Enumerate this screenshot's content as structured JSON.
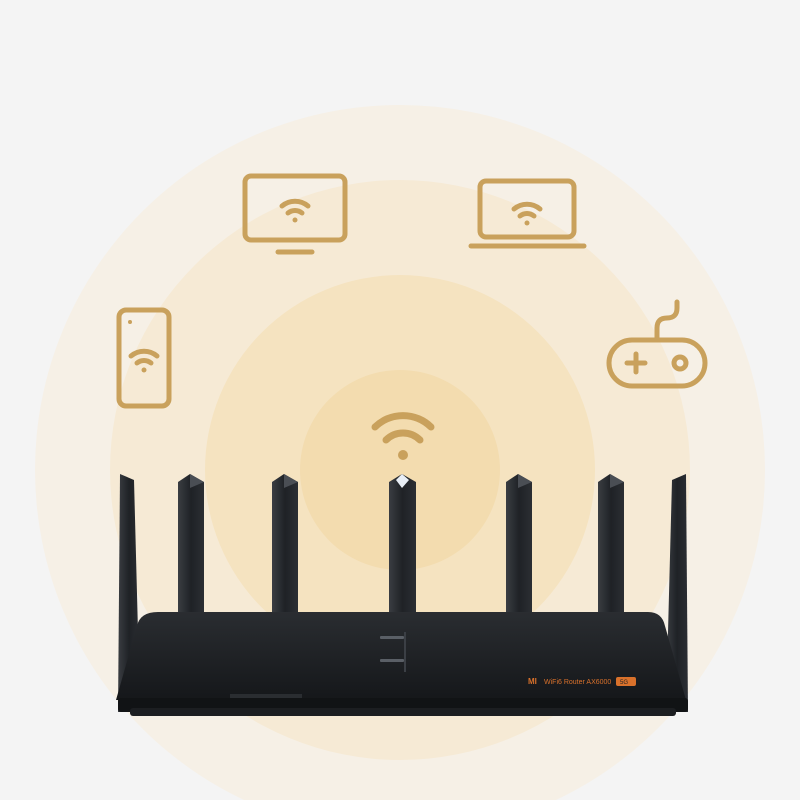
{
  "colors": {
    "background": "#f4f4f4",
    "glow_outer": "#f7efe0",
    "glow_mid": "#f5e6c8",
    "glow_inner": "#f3dcae",
    "icon_gold": "#c9a15c",
    "router_body": "#1f2124",
    "router_shade": "#2b2e32",
    "label_orange": "#d9712b",
    "indicator_light": "#e8eef5"
  },
  "devices": [
    {
      "name": "monitor",
      "icon": "monitor-wifi-icon"
    },
    {
      "name": "laptop",
      "icon": "laptop-wifi-icon"
    },
    {
      "name": "phone",
      "icon": "phone-wifi-icon"
    },
    {
      "name": "gamepad",
      "icon": "gamepad-icon"
    }
  ],
  "router": {
    "brand_mark": "MI",
    "label": "WiFi6 Router AX6000",
    "badge": "5G"
  }
}
